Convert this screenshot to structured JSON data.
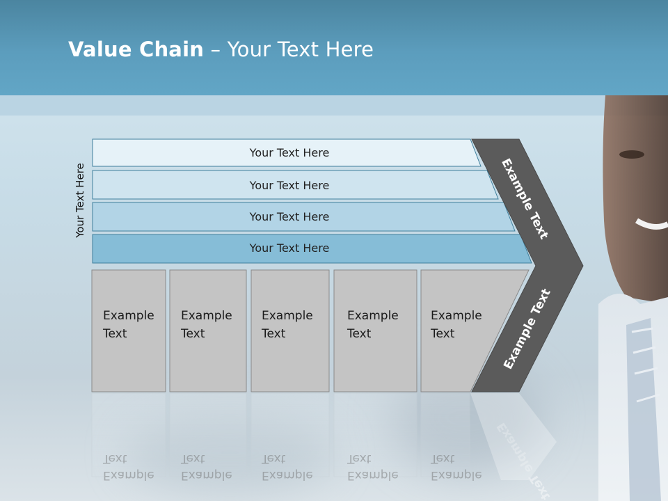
{
  "slide": {
    "title_bold": "Value Chain",
    "title_rest": " – Your Text Here",
    "side_label": "Your Text Here"
  },
  "bands": [
    {
      "label": "Your Text Here",
      "fill": "#e6f2f8"
    },
    {
      "label": "Your Text Here",
      "fill": "#cfe4ef"
    },
    {
      "label": "Your Text Here",
      "fill": "#b2d4e6"
    },
    {
      "label": "Your Text Here",
      "fill": "#86bdd7"
    }
  ],
  "boxes": [
    {
      "line1": "Example",
      "line2": "Text"
    },
    {
      "line1": "Example",
      "line2": "Text"
    },
    {
      "line1": "Example",
      "line2": "Text"
    },
    {
      "line1": "Example",
      "line2": "Text"
    },
    {
      "line1": "Example",
      "line2": "Text"
    }
  ],
  "chevron": {
    "upper_label": "Example Text",
    "lower_label": "Example Text",
    "fill": "#5b5b5b"
  },
  "colors": {
    "header": "#5c9dbd",
    "band_stroke": "#3f7f9c",
    "box_fill": "#c4c4c4",
    "box_stroke": "#8a8a8a"
  }
}
